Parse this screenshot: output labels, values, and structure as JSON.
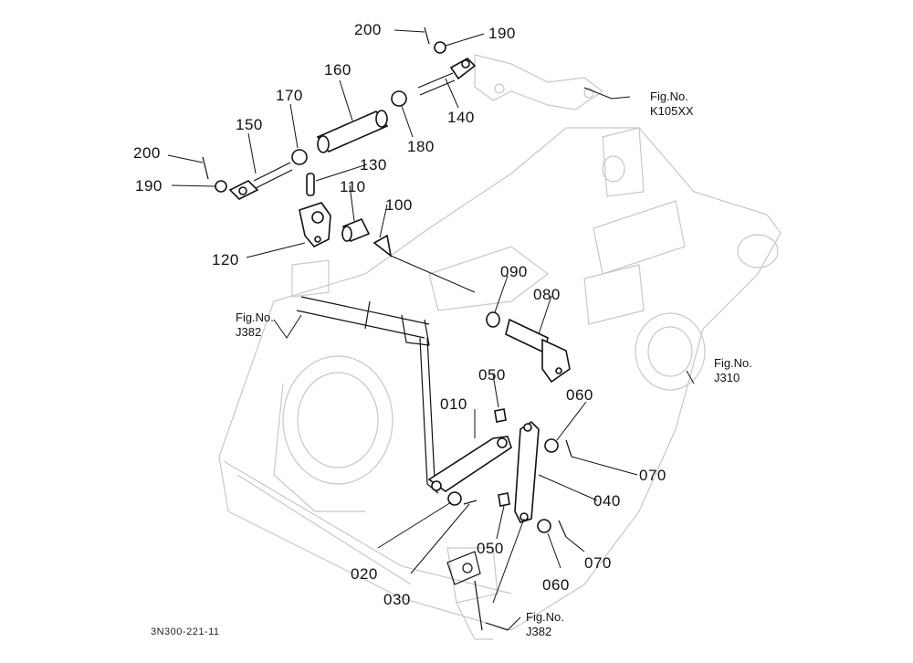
{
  "diagram": {
    "drawing_code": "3N300-221-11",
    "part_labels": {
      "p200a": "200",
      "p190a": "190",
      "p160": "160",
      "p170": "170",
      "p150": "150",
      "p140": "140",
      "p180": "180",
      "p130": "130",
      "p200b": "200",
      "p190b": "190",
      "p110": "110",
      "p100": "100",
      "p120": "120",
      "p090": "090",
      "p080": "080",
      "p050a": "050",
      "p060a": "060",
      "p010": "010",
      "p070a": "070",
      "p040": "040",
      "p050b": "050",
      "p020": "020",
      "p030": "030",
      "p060b": "060",
      "p070b": "070"
    },
    "figure_refs": {
      "k105": {
        "title": "Fig.No.",
        "ref": "K105XX"
      },
      "j382a": {
        "title": "Fig.No.",
        "ref": "J382"
      },
      "j310": {
        "title": "Fig.No.",
        "ref": "J310"
      },
      "j382b": {
        "title": "Fig.No.",
        "ref": "J382"
      }
    }
  }
}
